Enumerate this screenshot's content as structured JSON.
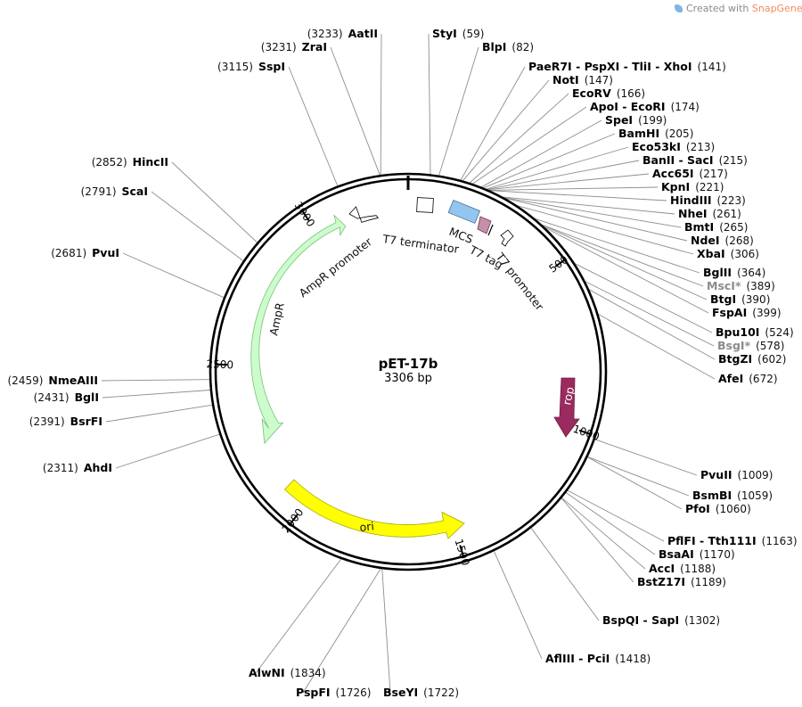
{
  "watermark": {
    "prefix": "Created with",
    "brand": "SnapGene",
    "suffix": "®"
  },
  "plasmid": {
    "name": "pET-17b",
    "size_label": "3306 bp",
    "length": 3306
  },
  "ticks": [
    {
      "bp": 500,
      "label": "500"
    },
    {
      "bp": 1000,
      "label": "1000"
    },
    {
      "bp": 1500,
      "label": "1500"
    },
    {
      "bp": 2000,
      "label": "2000"
    },
    {
      "bp": 2500,
      "label": "2500"
    },
    {
      "bp": 3000,
      "label": "3000"
    }
  ],
  "features": [
    {
      "id": "t7-terminator",
      "label": "T7 terminator",
      "kind": "terminator",
      "color": "#ffffff"
    },
    {
      "id": "mcs",
      "label": "MCS",
      "kind": "box",
      "color": "#92c5f0"
    },
    {
      "id": "t7-tag",
      "label": "T7 tag",
      "kind": "tag",
      "color": "#c48fa8"
    },
    {
      "id": "t7-promoter",
      "label": "T7 promoter",
      "kind": "promoter",
      "color": "#ffffff"
    },
    {
      "id": "rop",
      "label": "rop",
      "kind": "arrow",
      "color": "#9b2a5f"
    },
    {
      "id": "ori",
      "label": "ori",
      "kind": "arrow",
      "color": "#ffff00"
    },
    {
      "id": "ampr",
      "label": "AmpR",
      "kind": "arrow",
      "color": "#ccfccc"
    },
    {
      "id": "ampr-promoter",
      "label": "AmpR promoter",
      "kind": "promoter",
      "color": "#ffffff"
    }
  ],
  "sites": [
    {
      "name": "StyI",
      "pos": "(59)"
    },
    {
      "name": "BlpI",
      "pos": "(82)"
    },
    {
      "name": "PaeR7I - PspXI - TliI - XhoI",
      "pos": "(141)"
    },
    {
      "name": "NotI",
      "pos": "(147)"
    },
    {
      "name": "EcoRV",
      "pos": "(166)"
    },
    {
      "name": "ApoI - EcoRI",
      "pos": "(174)"
    },
    {
      "name": "SpeI",
      "pos": "(199)"
    },
    {
      "name": "BamHI",
      "pos": "(205)"
    },
    {
      "name": "Eco53kI",
      "pos": "(213)"
    },
    {
      "name": "BanII - SacI",
      "pos": "(215)"
    },
    {
      "name": "Acc65I",
      "pos": "(217)"
    },
    {
      "name": "KpnI",
      "pos": "(221)"
    },
    {
      "name": "HindIII",
      "pos": "(223)"
    },
    {
      "name": "NheI",
      "pos": "(261)"
    },
    {
      "name": "BmtI",
      "pos": "(265)"
    },
    {
      "name": "NdeI",
      "pos": "(268)"
    },
    {
      "name": "XbaI",
      "pos": "(306)"
    },
    {
      "name": "BglII",
      "pos": "(364)"
    },
    {
      "name": "MscI*",
      "pos": "(389)"
    },
    {
      "name": "BtgI",
      "pos": "(390)"
    },
    {
      "name": "FspAI",
      "pos": "(399)"
    },
    {
      "name": "Bpu10I",
      "pos": "(524)"
    },
    {
      "name": "BsgI*",
      "pos": "(578)"
    },
    {
      "name": "BtgZI",
      "pos": "(602)"
    },
    {
      "name": "AfeI",
      "pos": "(672)"
    },
    {
      "name": "PvuII",
      "pos": "(1009)"
    },
    {
      "name": "BsmBI",
      "pos": "(1059)"
    },
    {
      "name": "PfoI",
      "pos": "(1060)"
    },
    {
      "name": "PflFI - Tth111I",
      "pos": "(1163)"
    },
    {
      "name": "BsaAI",
      "pos": "(1170)"
    },
    {
      "name": "AccI",
      "pos": "(1188)"
    },
    {
      "name": "BstZ17I",
      "pos": "(1189)"
    },
    {
      "name": "BspQI - SapI",
      "pos": "(1302)"
    },
    {
      "name": "AflIII - PciI",
      "pos": "(1418)"
    },
    {
      "name": "BseYI",
      "pos": "(1722)"
    },
    {
      "name": "PspFI",
      "pos": "(1726)"
    },
    {
      "name": "AlwNI",
      "pos": "(1834)"
    },
    {
      "name": "AhdI",
      "pos": "(2311)"
    },
    {
      "name": "BsrFI",
      "pos": "(2391)"
    },
    {
      "name": "BglI",
      "pos": "(2431)"
    },
    {
      "name": "NmeAIII",
      "pos": "(2459)"
    },
    {
      "name": "PvuI",
      "pos": "(2681)"
    },
    {
      "name": "ScaI",
      "pos": "(2791)"
    },
    {
      "name": "HincII",
      "pos": "(2852)"
    },
    {
      "name": "SspI",
      "pos": "(3115)"
    },
    {
      "name": "ZraI",
      "pos": "(3231)"
    },
    {
      "name": "AatII",
      "pos": "(3233)"
    }
  ]
}
